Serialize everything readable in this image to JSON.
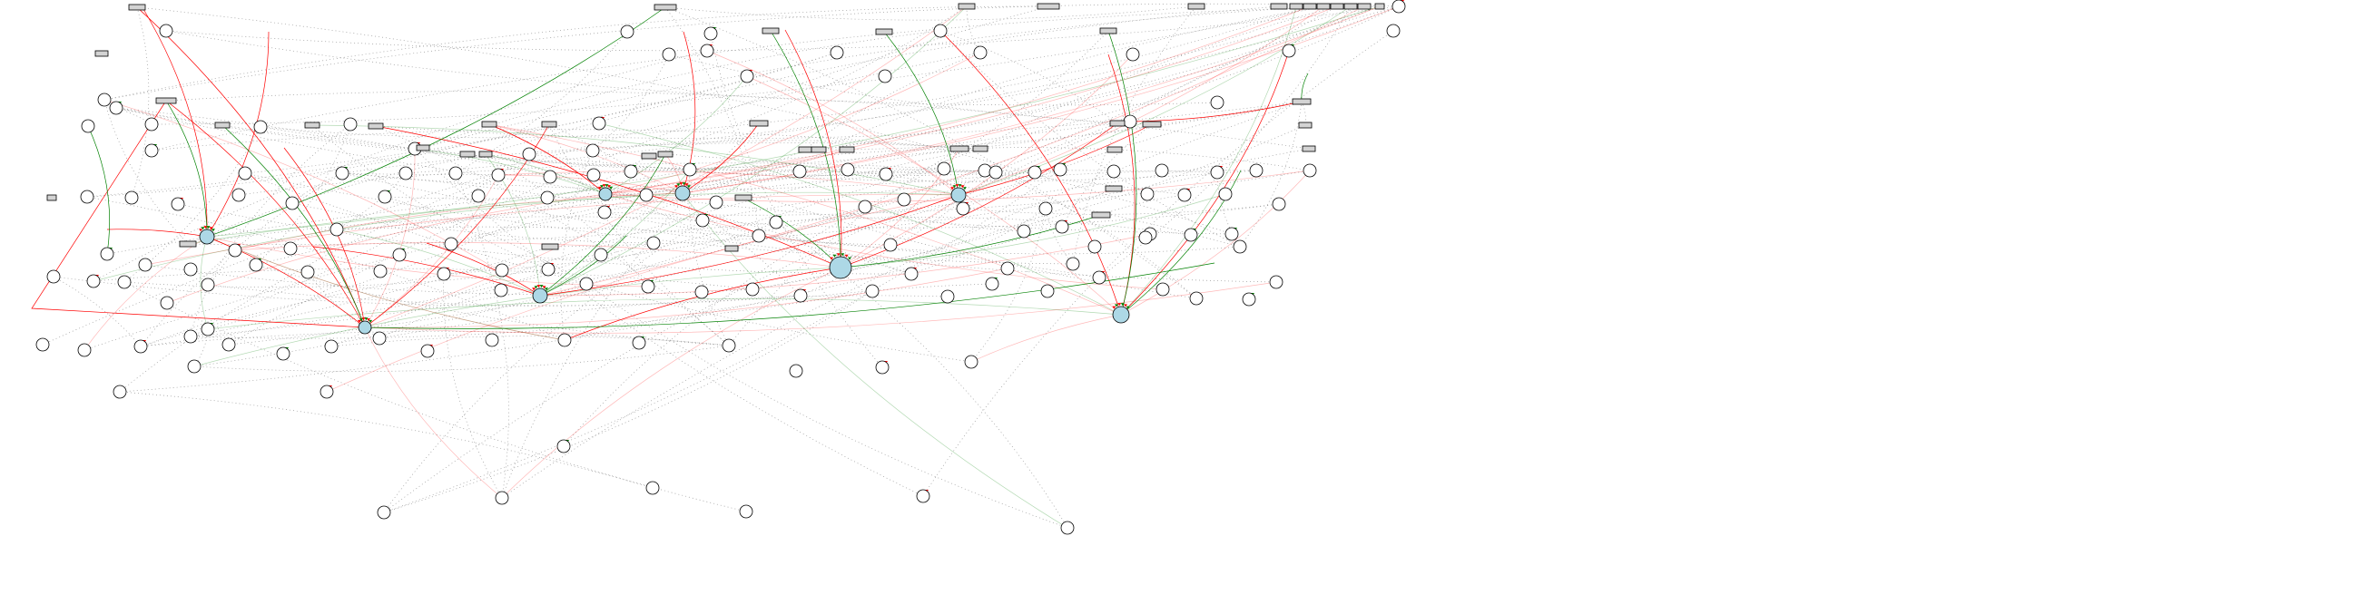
{
  "graph": {
    "colors": {
      "hub_fill": "#add8e6",
      "box_fill": "#d3d3d3",
      "inhibit_edge": "#ff0000",
      "activate_edge": "#008000",
      "background": "#ffffff"
    },
    "labels_legible": false,
    "box_count": 40,
    "circle_count": 150,
    "hub_count": 8
  }
}
